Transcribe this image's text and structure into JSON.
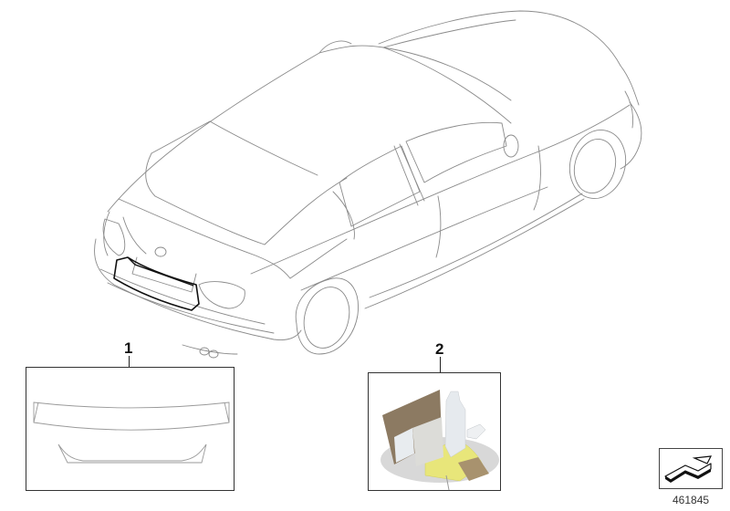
{
  "diagram": {
    "subject": "Sedan rear three-quarter view with rear bumper loading-sill protective film highlighted",
    "line_color": "#8a8a8a",
    "highlight_color": "#111111"
  },
  "callouts": [
    {
      "number": "1",
      "description": "Rear bumper protective film parts"
    },
    {
      "number": "2",
      "description": "Application kit"
    }
  ],
  "kit": {
    "colors": {
      "cardboard": "#8c7a62",
      "bottle": "#e6eaee",
      "film_yellow": "#e8e67a",
      "shadow": "#d4d4d4",
      "pad": "#a8926e"
    }
  },
  "footer": {
    "part_number": "461845",
    "nav_icon": "arrow-next-icon"
  }
}
